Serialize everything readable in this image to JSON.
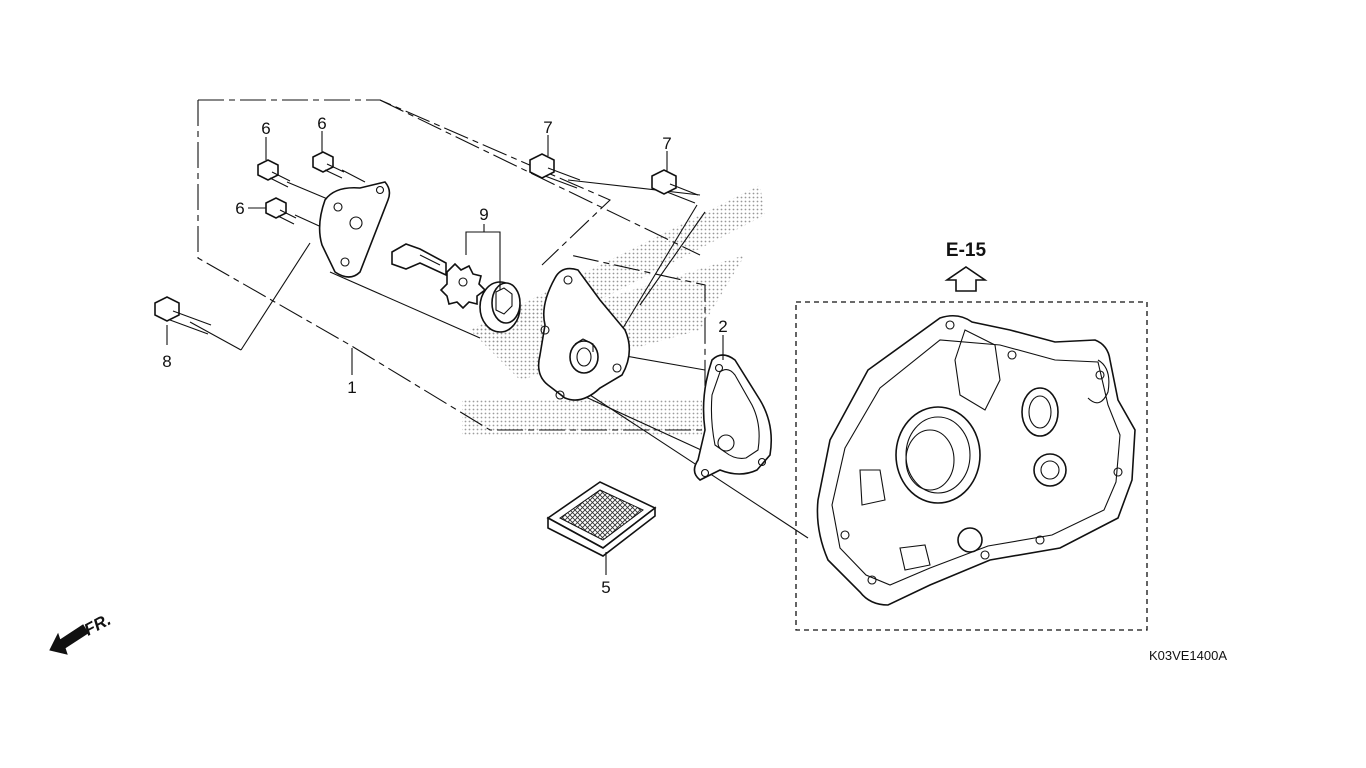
{
  "diagram": {
    "reference": "E-15",
    "code": "K03VE1400A",
    "front_label": "FR.",
    "callouts": {
      "c1": "1",
      "c2": "2",
      "c5": "5",
      "c6a": "6",
      "c6b": "6",
      "c6c": "6",
      "c7a": "7",
      "c7b": "7",
      "c8": "8",
      "c9": "9"
    }
  },
  "icons": {
    "reference_arrow": "up-arrow-icon",
    "front_arrow": "front-direction-arrow-icon"
  },
  "colors": {
    "line": "#111111",
    "dots": "#9a9a9a",
    "background": "#ffffff"
  }
}
